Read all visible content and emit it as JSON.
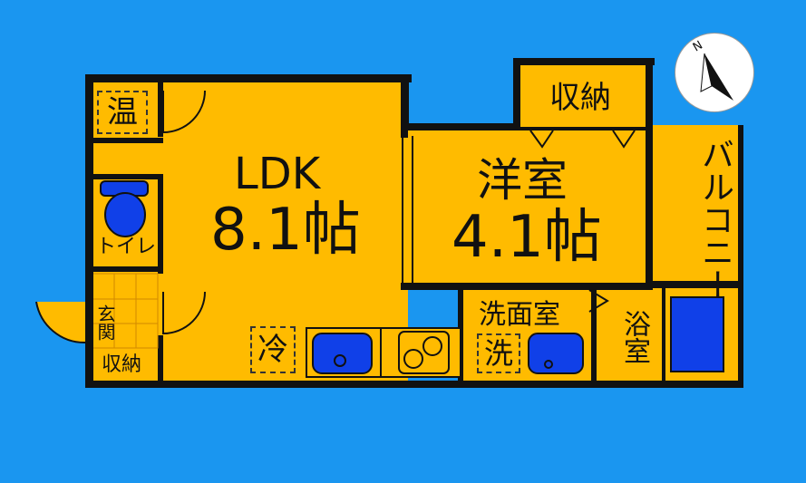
{
  "rooms": {
    "ldk": {
      "name": "LDK",
      "size": "8.1帖"
    },
    "western": {
      "name": "洋室",
      "size": "4.1帖"
    },
    "closet_top": "収納",
    "balcony": "バルコニー",
    "water_heater": "温",
    "toilet": "トイレ",
    "entrance": "玄関",
    "entrance_storage": "収納",
    "fridge": "冷",
    "washroom": "洗面室",
    "washer": "洗",
    "bathroom": "浴室"
  },
  "compass": {
    "north_label": "N"
  },
  "colors": {
    "background": "#1a96f0",
    "floor": "#ffbb00",
    "wall": "#111111",
    "fixture": "#1040e8"
  }
}
